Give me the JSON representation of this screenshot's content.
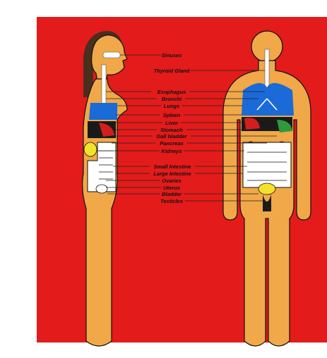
{
  "colors": {
    "background": "#e31b1b",
    "body": "#f0a848",
    "lungs": "#1a6ad8",
    "liver": "#d31e1e",
    "organ_dark": "#1a1a1a",
    "gall_bladder": "#2e9a3c",
    "kidneys": "#f3e22a",
    "intestine": "#ffffff",
    "hair": "#4a2f1d"
  },
  "labels": [
    "Sinuses",
    "Thyroid Gland",
    "Esophagus",
    "Bronchi",
    "Lungs",
    "Spleen",
    "Liver",
    "Stomach",
    "Gall bladder",
    "Pancreas",
    "Kidneys",
    "Small Intestine",
    "Large Intestine",
    "Ovaries",
    "Uterus",
    "Bladder",
    "Testicles"
  ]
}
